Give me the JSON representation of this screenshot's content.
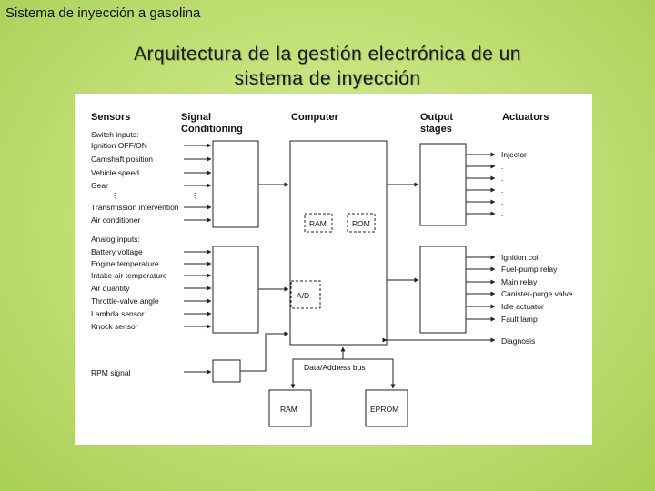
{
  "header_text": "Sistema de inyección a gasolina",
  "title": {
    "line1": "Arquitectura de la gestión electrónica de un",
    "line2": "sistema de inyección"
  },
  "diagram": {
    "headers": {
      "sensors": "Sensors",
      "signal_line1": "Signal",
      "signal_line2": "Conditioning",
      "computer": "Computer",
      "output_line1": "Output",
      "output_line2": "stages",
      "actuators": "Actuators"
    },
    "switch_inputs_label": "Switch inputs:",
    "switch_inputs": [
      "Ignition OFF/ON",
      "Camshaft position",
      "Vehicle speed",
      "Gear",
      "Transmission intervention",
      "Air conditioner"
    ],
    "analog_inputs_label": "Analog inputs:",
    "analog_inputs": [
      "Battery voltage",
      "Engine temperature",
      "Intake-air temperature",
      "Air quantity",
      "Throttle-valve angle",
      "Lambda sensor",
      "Knock sensor"
    ],
    "rpm_signal": "RPM signal",
    "computer_blocks": {
      "ram": "RAM",
      "rom": "ROM",
      "ad": "A/D"
    },
    "bus_label": "Data/Address bus",
    "memory": {
      "ram": "RAM",
      "eprom": "EPROM"
    },
    "injector": "Injector",
    "actuators": [
      "Ignition coil",
      "Fuel-pump relay",
      "Main relay",
      "Canister-purge valve",
      "Idle actuator",
      "Fault lamp"
    ],
    "diagnosis": "Diagnosis"
  }
}
